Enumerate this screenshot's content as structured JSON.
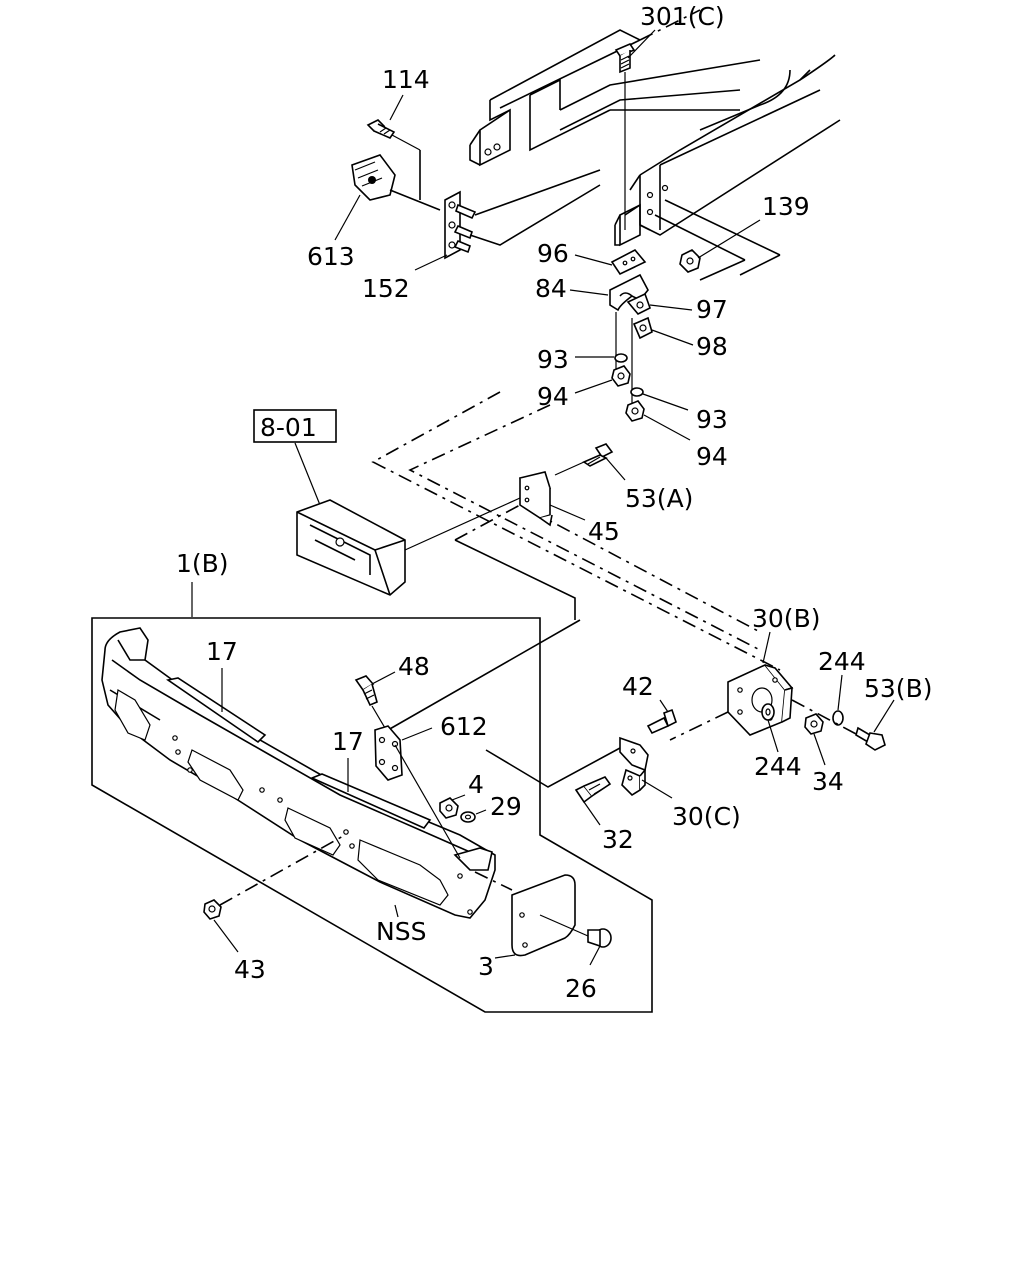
{
  "diagram": {
    "ref_box_label": "8-01",
    "labels": {
      "p301c": "301(C)",
      "p114": "114",
      "p613": "613",
      "p152": "152",
      "p139": "139",
      "p96": "96",
      "p84": "84",
      "p97": "97",
      "p98": "98",
      "p93a": "93",
      "p94a": "94",
      "p93b": "93",
      "p94b": "94",
      "p53a": "53(A)",
      "p45": "45",
      "p1b": "1(B)",
      "p17a": "17",
      "p48": "48",
      "p612": "612",
      "p17b": "17",
      "p4": "4",
      "p29": "29",
      "p43": "43",
      "pnss": "NSS",
      "p3": "3",
      "p26": "26",
      "p30b": "30(B)",
      "p244a": "244",
      "p53b": "53(B)",
      "p42": "42",
      "p244b": "244",
      "p34": "34",
      "p30c": "30(C)",
      "p32": "32"
    }
  }
}
